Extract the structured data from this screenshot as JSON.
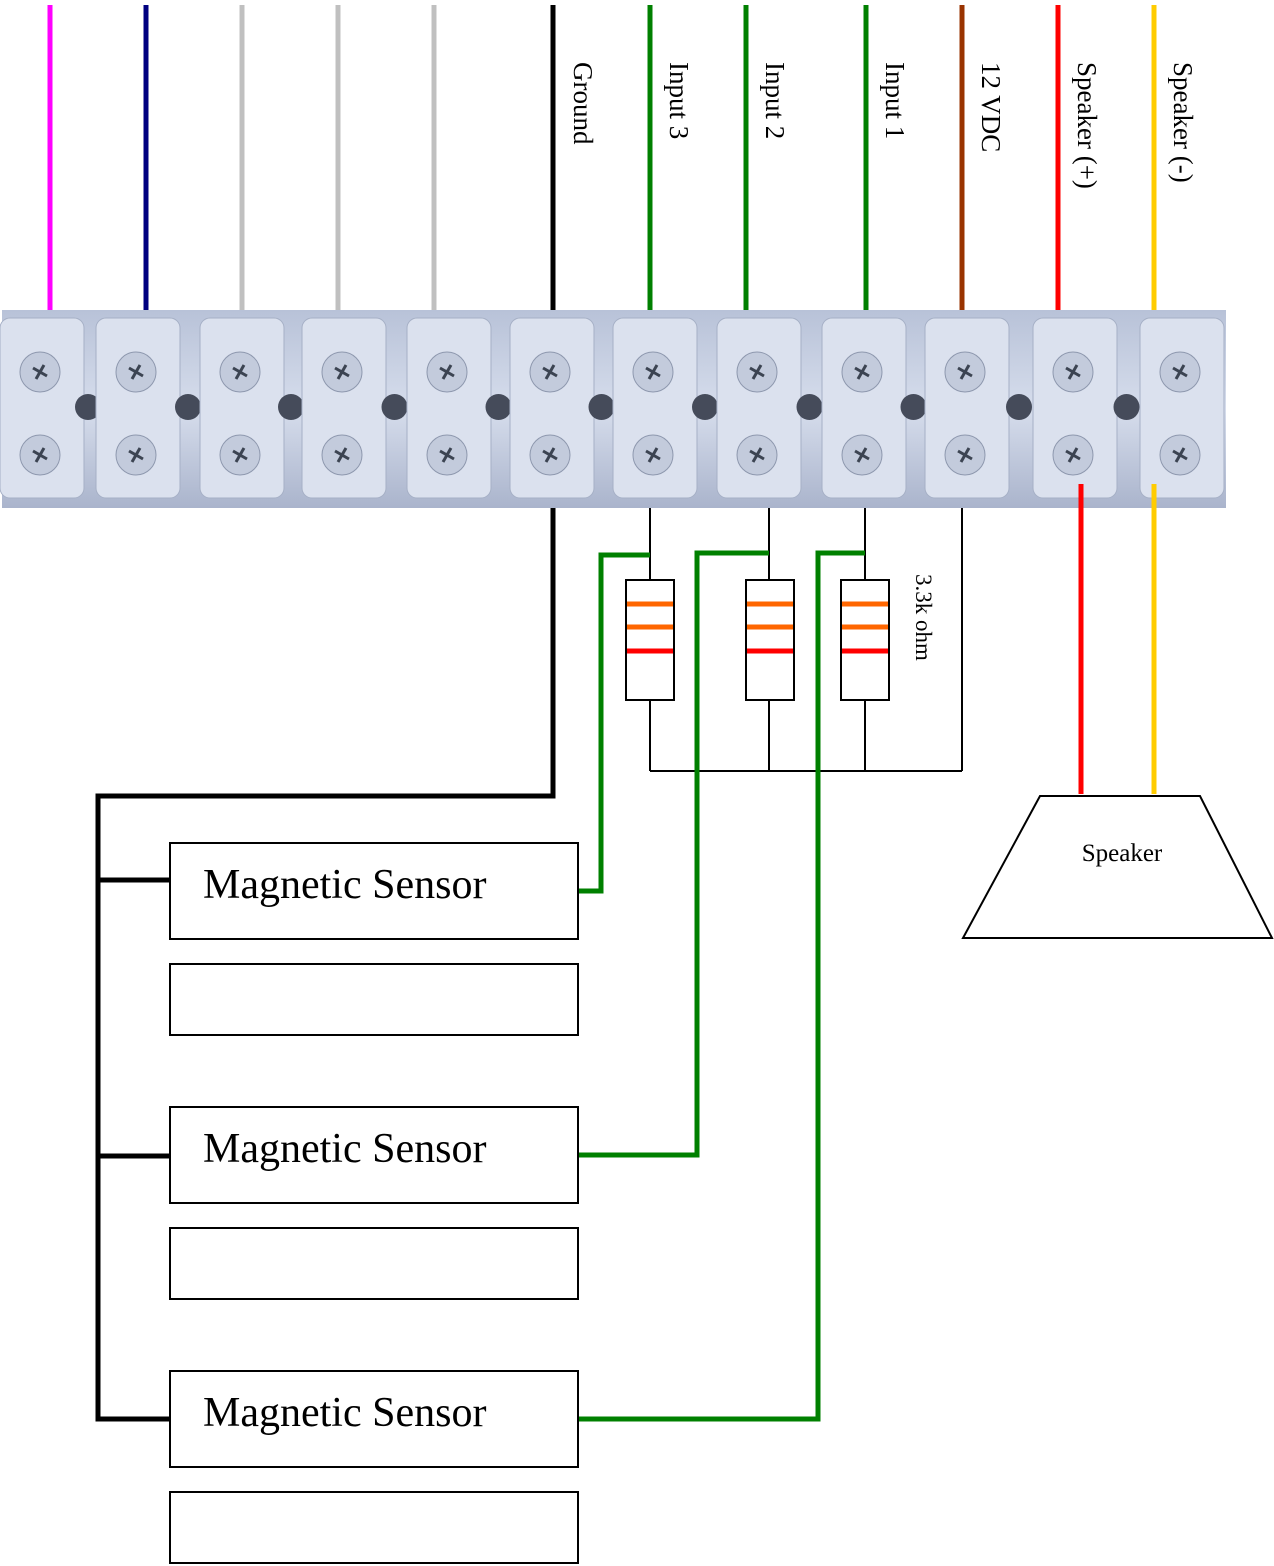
{
  "terminal_labels": [
    {
      "key": "ground",
      "text": "Ground"
    },
    {
      "key": "input3",
      "text": "Input 3"
    },
    {
      "key": "input2",
      "text": "Input 2"
    },
    {
      "key": "input1",
      "text": "Input 1"
    },
    {
      "key": "vdc12",
      "text": "12 VDC"
    },
    {
      "key": "speaker_pos",
      "text": "Speaker (+)"
    },
    {
      "key": "speaker_neg",
      "text": "Speaker (-)"
    }
  ],
  "resistor_label": "3.3k ohm",
  "speaker_label": "Speaker",
  "sensors": [
    {
      "label": "Magnetic Sensor"
    },
    {
      "label": "Magnetic Sensor"
    },
    {
      "label": "Magnetic Sensor"
    }
  ],
  "wire_colors": {
    "magenta": "#ff00ff",
    "navy": "#000080",
    "gray": "#c0c0c0",
    "black": "#000000",
    "green": "#008000",
    "brown": "#993300",
    "red": "#ff0000",
    "yellow": "#ffcc00",
    "orange": "#ff6600"
  },
  "terminal_block_color": "#c8d0e4"
}
